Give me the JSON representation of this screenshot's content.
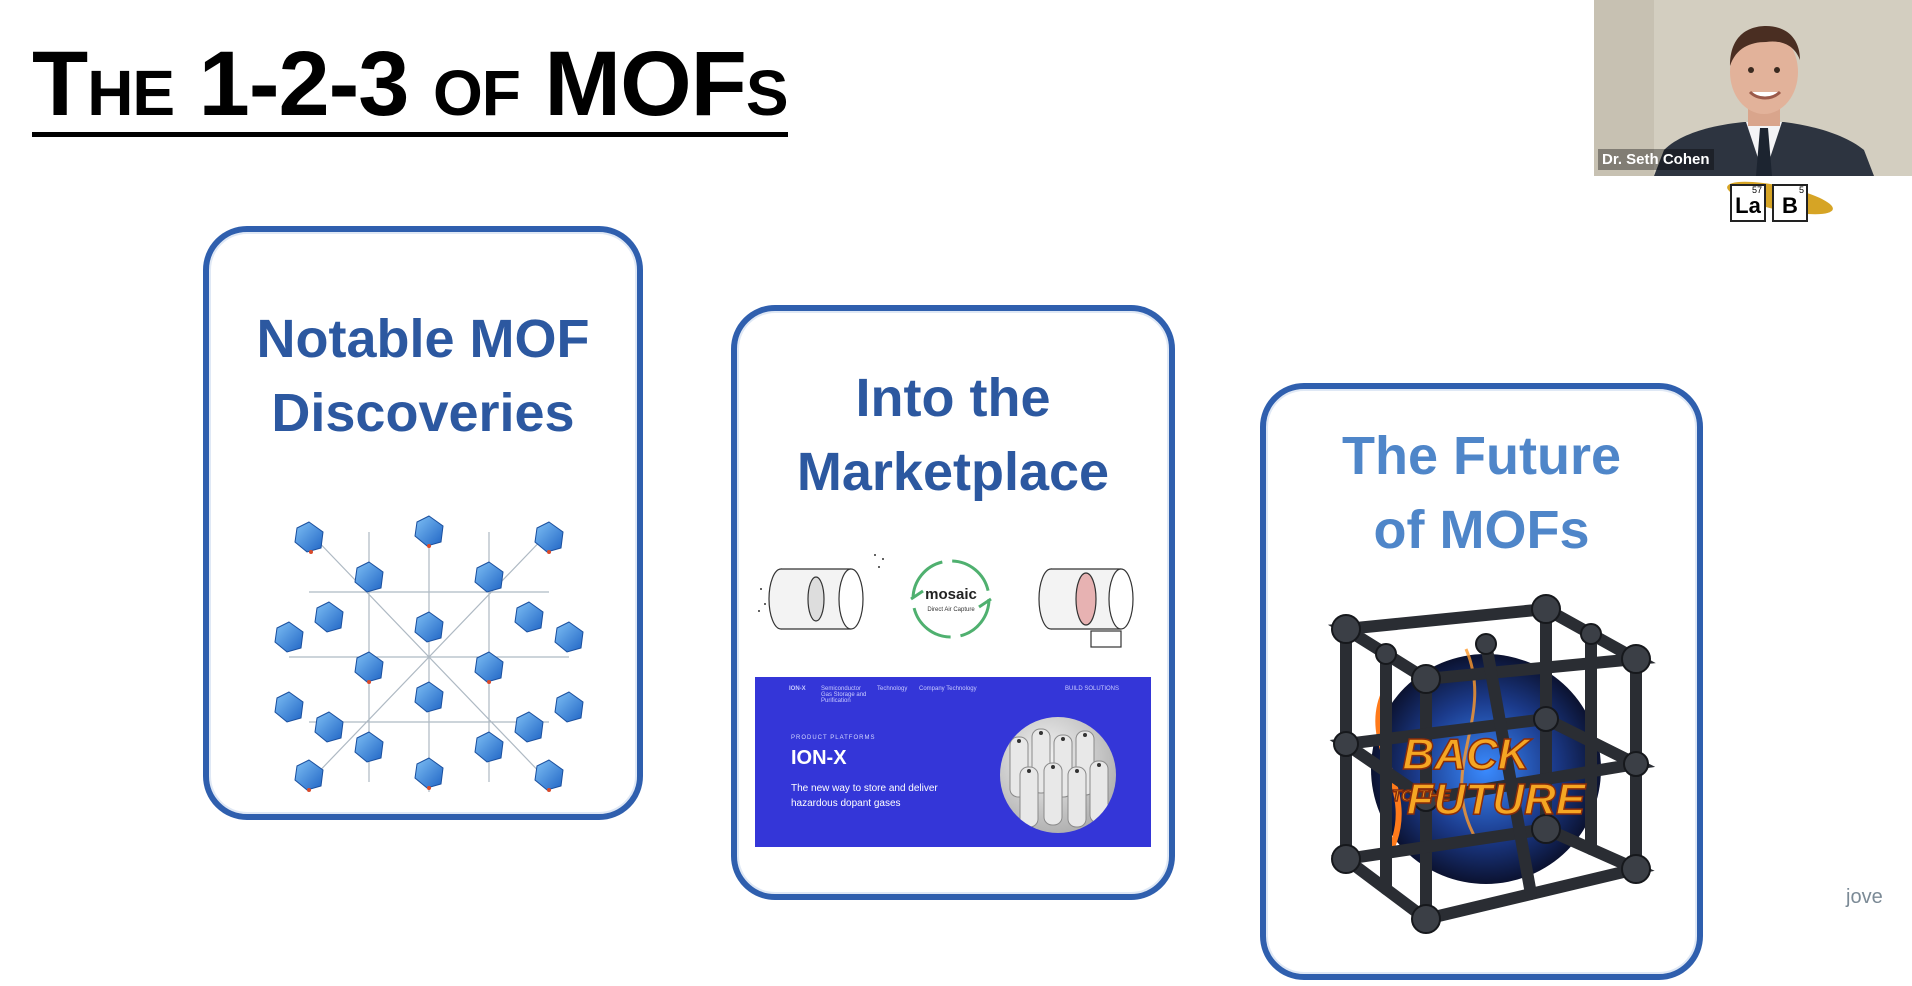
{
  "slide": {
    "title": "The 1-2-3 of MOFs"
  },
  "cards": [
    {
      "title_line1": "Notable MOF",
      "title_line2": "Discoveries",
      "image": "mof-crystal-structure"
    },
    {
      "title_line1": "Into the",
      "title_line2": "Marketplace",
      "image": "mosaic-direct-air-capture-and-ion-x-website"
    },
    {
      "title_line1": "The Future",
      "title_line2": "of MOFs",
      "image": "back-to-the-future-mof-cube"
    }
  ],
  "mosaic_diagram": {
    "brand": "mosaic",
    "subtitle": "Direct Air Capture"
  },
  "ionx": {
    "logo": "ION-X",
    "nav_items": [
      "Semiconductor Gas Storage and Purification",
      "Technology",
      "Company Technology",
      "BUILD SOLUTIONS"
    ],
    "kicker": "PRODUCT PLATFORMS",
    "product": "ION-X",
    "tagline": "The new way to store and deliver hazardous dopant gases"
  },
  "future_art": {
    "logo_line1": "BACK",
    "logo_line2": "TO THE",
    "logo_line3": "FUTURE"
  },
  "webcam": {
    "speaker_name": "Dr. Seth Cohen"
  },
  "lab_logo": {
    "el1_symbol": "La",
    "el1_number": "57",
    "el2_symbol": "B",
    "el2_number": "5"
  },
  "watermark": "jove",
  "colors": {
    "card_border": "#2f5fae",
    "card_title": "#2c58a0",
    "card3_title": "#4f86c9",
    "ionx_bg": "#3436d8",
    "mof_blue": "#2f7fd8"
  }
}
